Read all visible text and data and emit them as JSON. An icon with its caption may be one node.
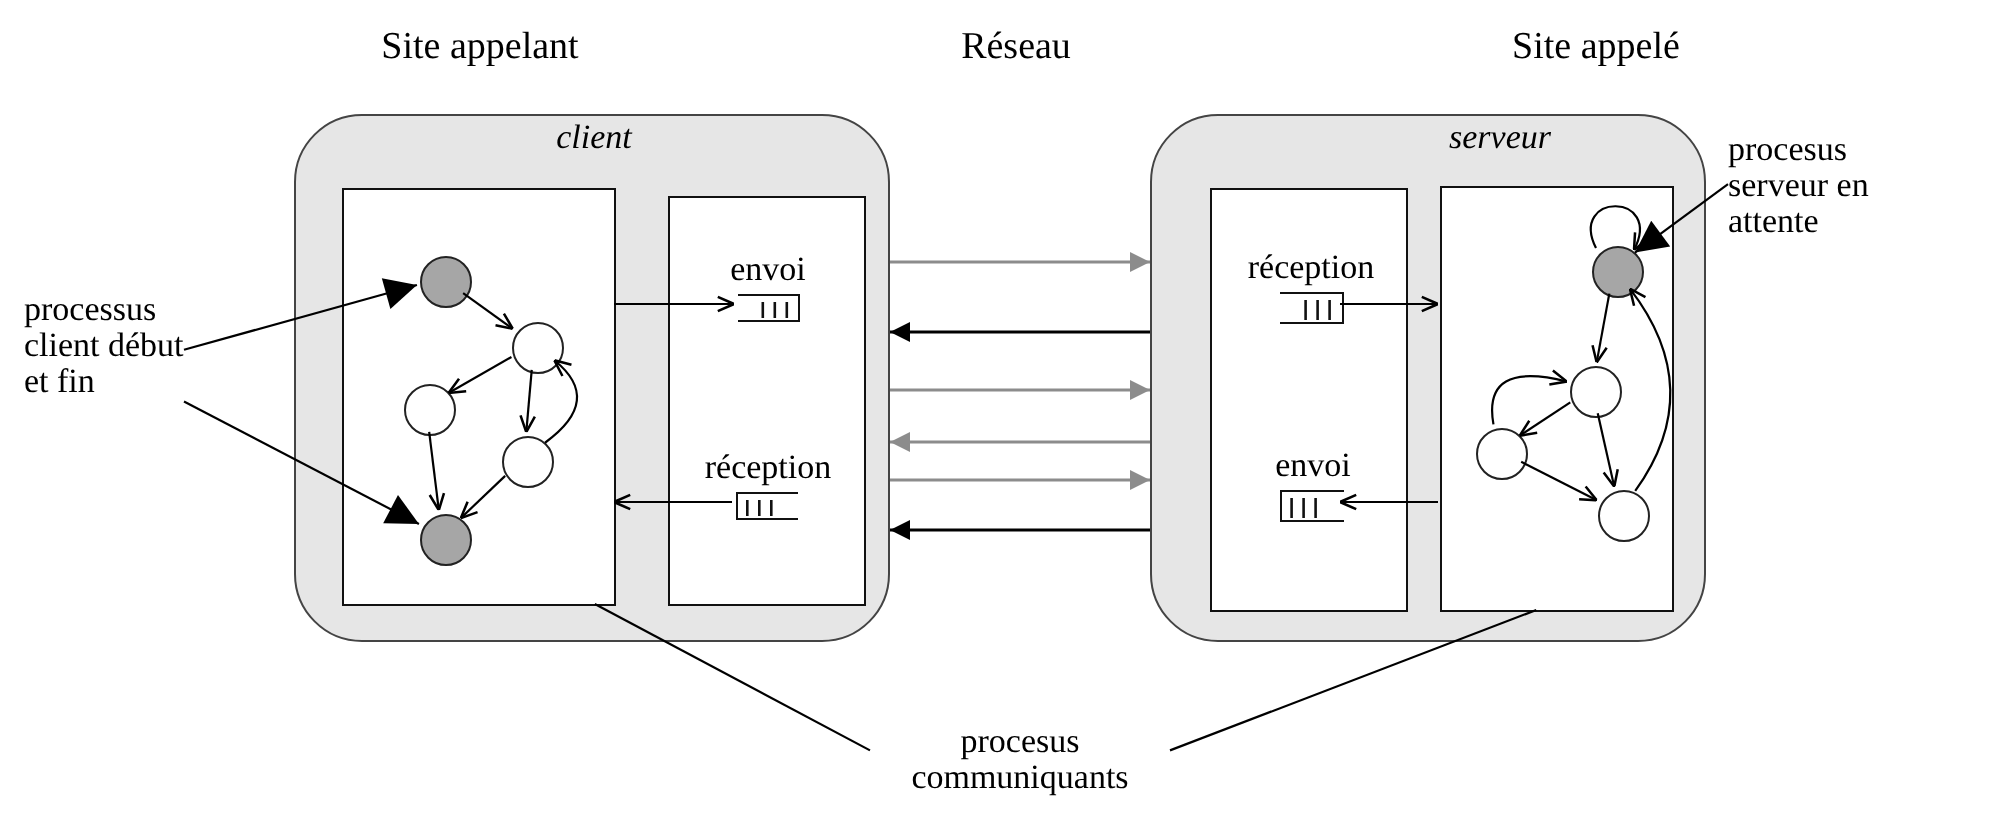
{
  "diagram": {
    "nodes": [
      {
        "text": [
          "client"
        ]
      },
      {
        "text": [],
        "shape": "box",
        "in": 0
      },
      {
        "text": [],
        "shape": "box",
        "in": 0
      },
      {
        "text": [],
        "shape": "circle",
        "in": 1
      },
      {
        "text": [],
        "shape": "circle",
        "in": 1
      },
      {
        "text": [],
        "shape": "circle",
        "in": 1
      },
      {
        "text": [],
        "shape": "circle",
        "in": 1
      },
      {
        "text": [],
        "shape": "circle",
        "in": 1
      },
      {
        "text": [
          "envoi"
        ],
        "in": 2
      },
      {
        "text": [
          "réception"
        ],
        "in": 2
      },
      {
        "text": [
          "serveur"
        ]
      },
      {
        "text": [],
        "shape": "box",
        "in": 10
      },
      {
        "text": [],
        "shape": "box",
        "in": 10
      },
      {
        "text": [
          "réception"
        ],
        "in": 11
      },
      {
        "text": [
          "envoi"
        ],
        "in": 11
      },
      {
        "text": [],
        "shape": "circle",
        "in": 12
      },
      {
        "text": [],
        "shape": "circle",
        "in": 12
      },
      {
        "text": [],
        "shape": "circle",
        "in": 12
      },
      {
        "text": [],
        "shape": "circle",
        "in": 12
      },
      {
        "text": [
          "processus client début et fin"
        ]
      },
      {
        "text": [
          "procesus serveur en attente"
        ]
      },
      {
        "text": [
          "procesus communiquants"
        ]
      }
    ],
    "edges": [
      {
        "from": 3,
        "to": 4,
        "arrow": "to"
      },
      {
        "from": 4,
        "to": 5,
        "arrow": "to"
      },
      {
        "from": 4,
        "to": 6,
        "arrow": "to"
      },
      {
        "from": 5,
        "to": 7,
        "arrow": "to"
      },
      {
        "from": 6,
        "to": 7,
        "arrow": "to"
      },
      {
        "from": 6,
        "to": 4,
        "arrow": "to"
      },
      {
        "from": 1,
        "to": 8,
        "arrow": "to"
      },
      {
        "from": 9,
        "to": 1,
        "arrow": "to"
      },
      {
        "from": 0,
        "to": 10,
        "arrow": "to",
        "color": "#8c8c8c"
      },
      {
        "from": 10,
        "to": 0,
        "arrow": "to"
      },
      {
        "from": 0,
        "to": 10,
        "arrow": "to",
        "color": "#8c8c8c"
      },
      {
        "from": 10,
        "to": 0,
        "arrow": "to",
        "color": "#8c8c8c"
      },
      {
        "from": 0,
        "to": 10,
        "arrow": "to",
        "color": "#8c8c8c"
      },
      {
        "from": 10,
        "to": 0,
        "arrow": "to"
      },
      {
        "from": 13,
        "to": 12,
        "arrow": "to"
      },
      {
        "from": 12,
        "to": 14,
        "arrow": "to"
      },
      {
        "from": 15,
        "to": 15,
        "arrow": "to"
      },
      {
        "from": 15,
        "to": 16,
        "arrow": "to"
      },
      {
        "from": 16,
        "to": 17,
        "arrow": "to"
      },
      {
        "from": 17,
        "to": 16,
        "arrow": "to"
      },
      {
        "from": 16,
        "to": 18,
        "arrow": "to"
      },
      {
        "from": 17,
        "to": 18,
        "arrow": "to"
      },
      {
        "from": 18,
        "to": 15,
        "arrow": "to"
      },
      {
        "from": 19,
        "to": 3,
        "arrow": "to"
      },
      {
        "from": 19,
        "to": 7,
        "arrow": "to"
      },
      {
        "from": 20,
        "to": 15,
        "arrow": "to"
      },
      {
        "from": 21,
        "to": 1,
        "arrow": "none"
      },
      {
        "from": 21,
        "to": 12,
        "arrow": "none"
      }
    ],
    "labels": [
      "Site appelant",
      "Réseau",
      "Site appelé"
    ]
  }
}
